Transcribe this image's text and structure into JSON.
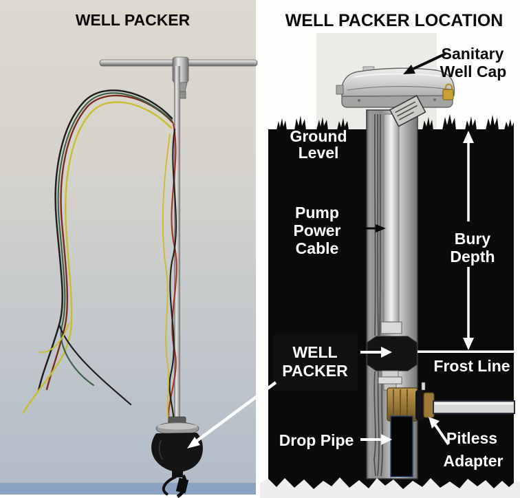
{
  "left_panel": {
    "title": "WELL PACKER"
  },
  "right_panel": {
    "title": "WELL PACKER LOCATION",
    "labels": {
      "sanitary_well_cap": {
        "line1": "Sanitary",
        "line2": "Well Cap"
      },
      "ground_level": {
        "line1": "Ground",
        "line2": "Level"
      },
      "pump_power_cable": {
        "line1": "Pump",
        "line2": "Power",
        "line3": "Cable"
      },
      "bury_depth": {
        "line1": "Bury",
        "line2": "Depth"
      },
      "well_packer": {
        "line1": "WELL",
        "line2": "PACKER"
      },
      "frost_line": {
        "text": "Frost Line"
      },
      "drop_pipe": {
        "text": "Drop Pipe"
      },
      "pitless_adapter": {
        "line1": "Pitless",
        "line2": "Adapter"
      }
    }
  },
  "colors": {
    "underground": "#0a0a0a",
    "label_white": "#ffffff",
    "label_black": "#0b0b0b",
    "wire_red": "#a23226",
    "wire_dark_red": "#7a2a20",
    "wire_black": "#1f1f1f",
    "wire_yellow": "#c9bd2e",
    "wire_green": "#3d6148",
    "brass": "#9a7a36",
    "packer_rubber": "#141414",
    "photo_bottom_strip": "#8ba3c0"
  }
}
